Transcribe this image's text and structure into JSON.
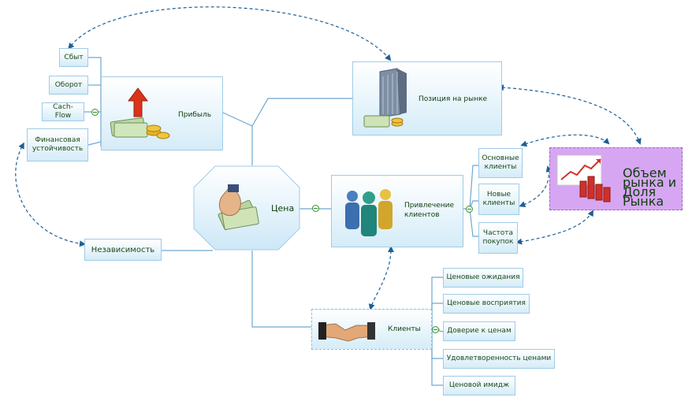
{
  "center": {
    "label": "Цена"
  },
  "profit": {
    "label": "Прибыль",
    "children": [
      "Сбыт",
      "Оборот",
      "Cach-Flow",
      "Финансовая устойчивость"
    ]
  },
  "position": {
    "label": "Позиция на рынке"
  },
  "independence": {
    "label": "Независимость"
  },
  "attraction": {
    "label": "Привлечение клиентов",
    "children": [
      "Основные клиенты",
      "Новые клиенты",
      "Частота покупок"
    ]
  },
  "market": {
    "label": "Объем рынка и Доля Рынка"
  },
  "clients": {
    "label": "Клиенты",
    "children": [
      "Ценовые ожидания",
      "Ценовые восприятия",
      "Доверие к ценам",
      "Удовлетворенность ценами",
      "Ценовой имидж"
    ]
  },
  "colors": {
    "connector": "#4a90c8",
    "node_border": "#9fcbe6",
    "text": "#1a4a1a",
    "highlight": "#d7a6f2"
  }
}
